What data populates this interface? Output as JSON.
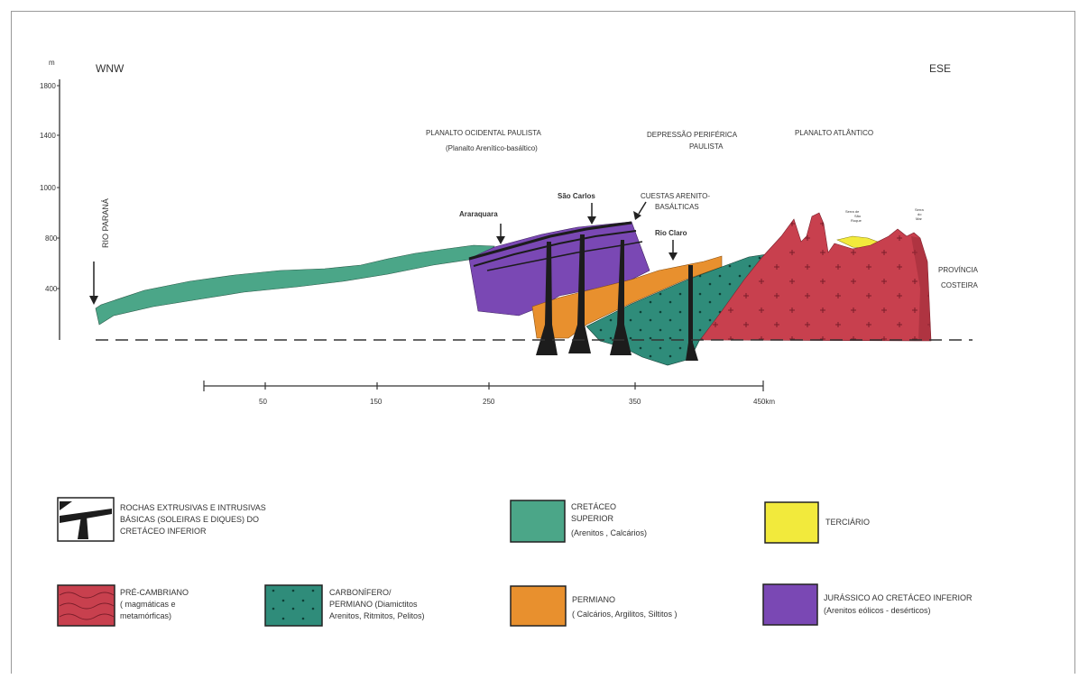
{
  "header": {
    "unit": "m",
    "left_direction": "WNW",
    "right_direction": "ESE"
  },
  "y_axis": {
    "ticks": [
      "1800",
      "1400",
      "1000",
      "800",
      "400"
    ]
  },
  "x_scale": {
    "ticks": [
      "50",
      "150",
      "250",
      "350",
      "450km"
    ]
  },
  "regions": {
    "planalto_ocidental": "PLANALTO OCIDENTAL PAULISTA",
    "planalto_ocidental_sub": "(Planalto Arenítico-basáltico)",
    "depressao_1": "DEPRESSÃO PERIFÉRICA",
    "depressao_2": "PAULISTA",
    "planalto_atlantico": "PLANALTO ATLÂNTICO",
    "provincia_1": "PROVÍNCIA",
    "provincia_2": "COSTEIRA"
  },
  "places": {
    "rio_parana": "RIO PARANÁ",
    "araraquara": "Araraquara",
    "sao_carlos": "São Carlos",
    "cuestas_1": "CUESTAS ARENITO-",
    "cuestas_2": "BASÁLTICAS",
    "rio_claro": "Rio Claro",
    "serra_1": "Serra de",
    "serra_2": "São",
    "serra_3": "Roque",
    "serra_mar_1": "Serra",
    "serra_mar_2": "do",
    "serra_mar_3": "Mar"
  },
  "legend": {
    "extrusivas": [
      "ROCHAS EXTRUSIVAS E INTRUSIVAS",
      "BÁSICAS (SOLEIRAS E DIQUES) DO",
      "CRETÁCEO INFERIOR"
    ],
    "cretaceo": [
      "CRETÁCEO",
      "SUPERIOR",
      "(Arenitos , Calcários)"
    ],
    "terciario": [
      "TERCIÁRIO"
    ],
    "precambriano": [
      "PRÉ-CAMBRIANO",
      "( magmáticas e",
      "metamórficas)"
    ],
    "carbonifero": [
      "CARBONÍFERO/",
      "PERMIANO (Diamictitos",
      "Arenitos, Ritmitos, Pelitos)"
    ],
    "permiano": [
      "PERMIANO",
      "( Calcários, Argilitos, Siltitos )"
    ],
    "jurassico": [
      "JURÁSSICO AO CRETÁCEO INFERIOR",
      "(Arenitos eólicos - desérticos)"
    ]
  },
  "colors": {
    "cretaceo": "#4ba688",
    "terciario": "#f2ea3c",
    "precambriano": "#c8404e",
    "carbonifero": "#2f8c7a",
    "permiano": "#e8902e",
    "jurassico": "#7a48b4",
    "basalt": "#1c1c1c"
  }
}
